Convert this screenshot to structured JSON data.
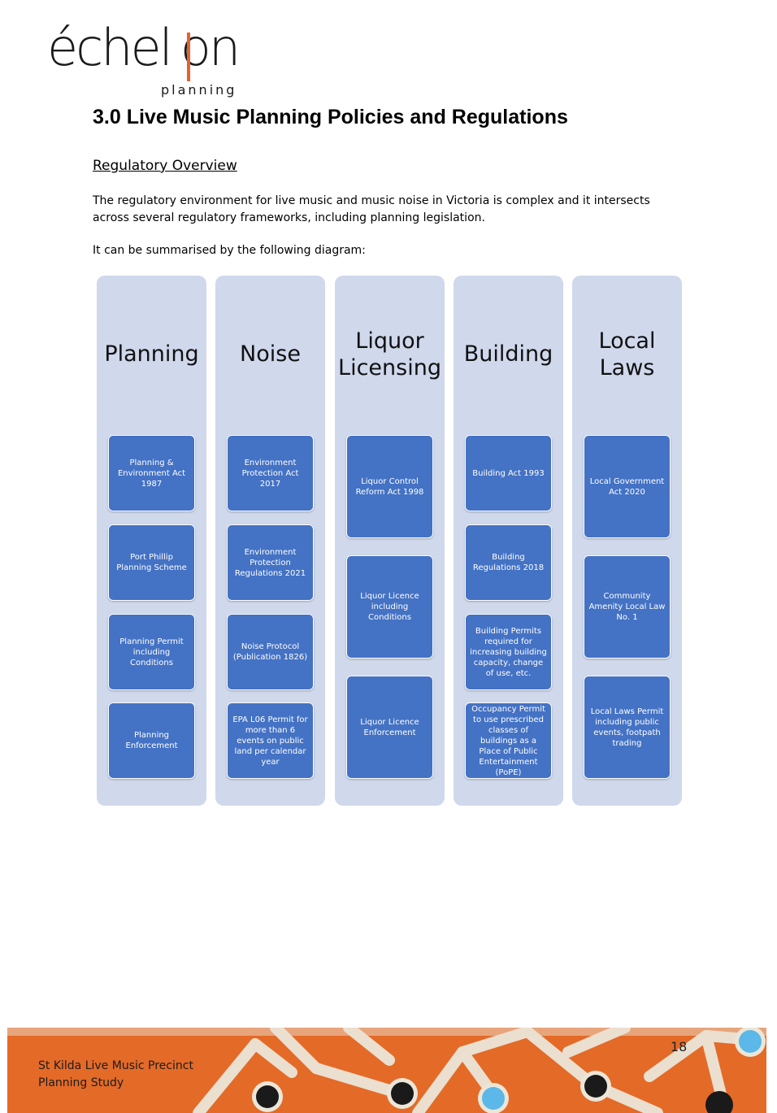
{
  "logo": {
    "main_left": "échel",
    "main_right": "on",
    "sub": "planning"
  },
  "title": "3.0 Live Music Planning Policies and Regulations",
  "section_heading": "Regulatory Overview",
  "paragraph": "The regulatory environment for live music and music noise in Victoria is complex and it intersects across several regulatory frameworks, including planning legislation.",
  "intro": "It can be summarised by the following diagram:",
  "diagram": {
    "columns": [
      {
        "title": "Planning",
        "boxes": [
          "Planning & Environment Act 1987",
          "Port Phillip Planning Scheme",
          "Planning Permit including Conditions",
          "Planning Enforcement"
        ]
      },
      {
        "title": "Noise",
        "boxes": [
          "Environment Protection Act 2017",
          "Environment Protection Regulations 2021",
          "Noise Protocol (Publication 1826)",
          "EPA L06 Permit for more than 6 events on public land per calendar year"
        ]
      },
      {
        "title": "Liquor Licensing",
        "boxes": [
          "Liquor Control Reform Act 1998",
          "Liquor Licence including Conditions",
          "Liquor Licence Enforcement"
        ]
      },
      {
        "title": "Building",
        "boxes": [
          "Building Act 1993",
          "Building Regulations 2018",
          "Building Permits required for increasing building capacity, change of use, etc.",
          "Occupancy Permit to use prescribed classes of buildings as a Place of Public Entertainment (PoPE)"
        ]
      },
      {
        "title": "Local Laws",
        "boxes": [
          "Local Government Act 2020",
          "Community Amenity Local Law No. 1",
          "Local Laws Permit including public events, footpath trading"
        ]
      }
    ]
  },
  "footer": {
    "line1": "St Kilda Live Music Precinct",
    "line2": "Planning Study",
    "page_number": "18"
  },
  "colors": {
    "column_bg": "#d0d8ec",
    "box_bg": "#4472c4",
    "footer_bg": "#e46a28",
    "logo_accent": "#e8602c"
  }
}
